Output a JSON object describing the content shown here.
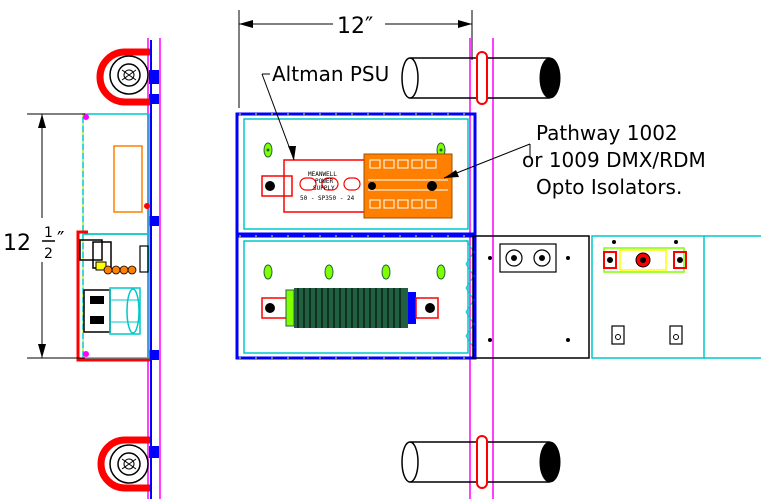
{
  "dimension_width": {
    "value": "12″"
  },
  "dimension_height": {
    "whole": "12",
    "num": "1",
    "den": "2",
    "unit": "″"
  },
  "callouts": {
    "psu": "Altman PSU",
    "isolator_line1": "Pathway 1002",
    "isolator_line2": "or 1009 DMX/RDM",
    "isolator_line3": "Opto Isolators."
  },
  "psu_label": {
    "line1": "MEANWELL",
    "line2": "POWER",
    "line3": "SUPPLY",
    "line4": "50 - SP350 - 24"
  },
  "colors": {
    "frame": "#0000ff",
    "enclosure": "#00c8c8",
    "pipe": "#ff00ff",
    "red": "#ff0000",
    "orange": "#ff8000",
    "dark_green": "#206040",
    "lime": "#80ff00",
    "yellow": "#ffff00"
  }
}
